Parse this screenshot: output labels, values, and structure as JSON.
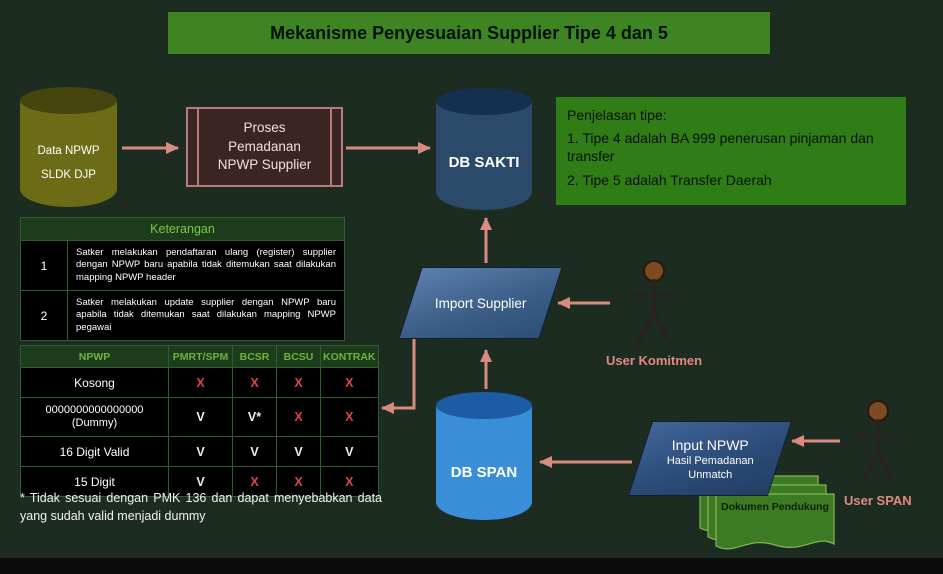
{
  "title": "Mekanisme Penyesuaian Supplier Tipe 4 dan 5",
  "nodes": {
    "data_npwp": {
      "line1": "Data NPWP",
      "line2": "SLDK DJP"
    },
    "proses_pemadanan": {
      "line1": "Proses",
      "line2": "Pemadanan",
      "line3": "NPWP Supplier"
    },
    "db_sakti": {
      "label": "DB SAKTI"
    },
    "db_span": {
      "label": "DB SPAN"
    },
    "import_supplier": {
      "label": "Import Supplier"
    },
    "input_npwp": {
      "line1": "Input NPWP",
      "line2": "Hasil Pemadanan",
      "line3": "Unmatch"
    },
    "dokumen_pendukung": {
      "label": "Dokumen Pendukung"
    },
    "user_komitmen": {
      "label": "User Komitmen"
    },
    "user_span": {
      "label": "User SPAN"
    }
  },
  "penjelasan": {
    "heading": "Penjelasan tipe:",
    "items": [
      "1. Tipe 4 adalah BA 999 penerusan pinjaman dan transfer",
      "2. Tipe 5 adalah Transfer Daerah"
    ]
  },
  "keterangan": {
    "header": "Keterangan",
    "rows": [
      {
        "no": "1",
        "text": "Satker melakukan pendaftaran ulang (register) supplier dengan NPWP baru apabila tidak ditemukan saat dilakukan mapping NPWP header"
      },
      {
        "no": "2",
        "text": "Satker melakukan update supplier dengan NPWP baru apabila tidak ditemukan saat dilakukan mapping NPWP pegawai"
      }
    ]
  },
  "npwp_table": {
    "headers": [
      "NPWP",
      "PMRT/SPM",
      "BCSR",
      "BCSU",
      "KONTRAK"
    ],
    "rows": [
      {
        "label": "Kosong",
        "cells": [
          "X",
          "X",
          "X",
          "X"
        ]
      },
      {
        "label": "0000000000000000 (Dummy)",
        "cells": [
          "V",
          "V*",
          "X",
          "X"
        ]
      },
      {
        "label": "16 Digit Valid",
        "cells": [
          "V",
          "V",
          "V",
          "V"
        ]
      },
      {
        "label": "15 Digit",
        "cells": [
          "V",
          "X",
          "X",
          "X"
        ]
      }
    ]
  },
  "footnote": "*   Tidak sesuai dengan PMK 136 dan dapat menyebabkan data yang sudah valid menjadi dummy",
  "colors": {
    "background": "#1d2c21",
    "title_green": "#3e8423",
    "penjelasan_green": "#307c16",
    "arrow_salmon": "#d98b80",
    "x_red": "#e04545",
    "db_sakti_blue": "#2b4968",
    "db_span_blue": "#3a8ed8",
    "data_npwp_olive": "#6c6c16"
  }
}
